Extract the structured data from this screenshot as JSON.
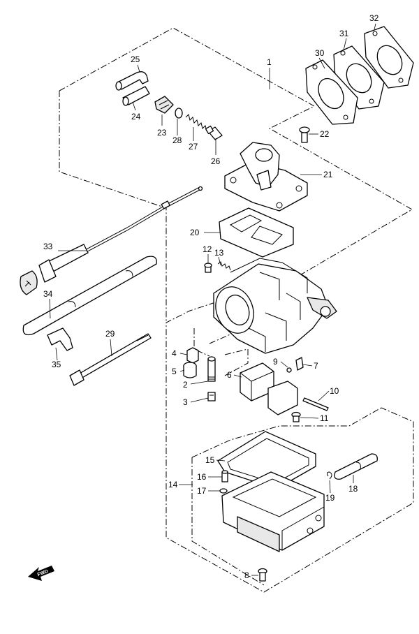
{
  "callouts": {
    "c1": "1",
    "c2": "2",
    "c3": "3",
    "c4": "4",
    "c5": "5",
    "c6": "6",
    "c7": "7",
    "c8": "8",
    "c9": "9",
    "c10": "10",
    "c11": "11",
    "c12": "12",
    "c13": "13",
    "c14": "14",
    "c15": "15",
    "c16": "16",
    "c17": "17",
    "c18": "18",
    "c19": "19",
    "c20": "20",
    "c21": "21",
    "c22": "22",
    "c23": "23",
    "c24": "24",
    "c25": "25",
    "c26": "26",
    "c27": "27",
    "c28": "28",
    "c29": "29",
    "c30": "30",
    "c31": "31",
    "c32": "32",
    "c33": "33",
    "c34": "34",
    "c35": "35"
  },
  "fwd_label": "FWD",
  "colors": {
    "line": "#000000",
    "background": "#ffffff",
    "part_fill": "#e8e8e8"
  }
}
